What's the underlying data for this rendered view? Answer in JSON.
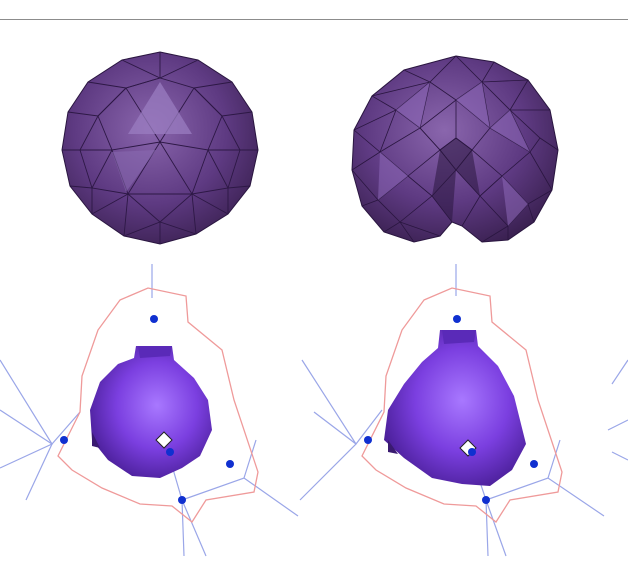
{
  "figure": {
    "top_row": [
      "icosphere-smooth",
      "icosphere-subdivided-dented"
    ],
    "bottom_row": [
      "voronoi-cell-blob-left",
      "voronoi-cell-blob-right"
    ],
    "colors": {
      "mesh_dark": "#3d2454",
      "mesh_mid": "#5e3a82",
      "mesh_light": "#8f6cb3",
      "blob": "#7b3fe0",
      "blob_highlight": "#a06ef5",
      "voronoi_edge": "#9aa6e8",
      "cell_boundary": "#ef9a9a",
      "site": "#1030d0"
    }
  }
}
